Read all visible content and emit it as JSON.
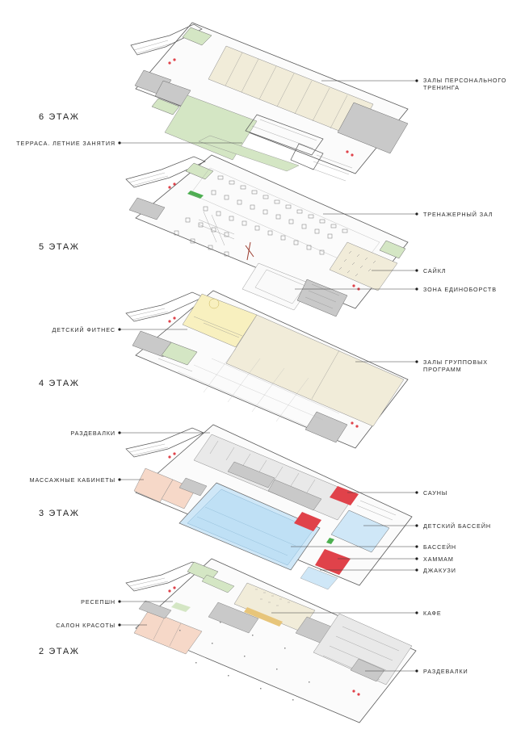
{
  "colors": {
    "beige": "#f1ecd9",
    "beige_dark": "#e7dfc2",
    "green": "#d4e6c4",
    "green_dark": "#b9d7a3",
    "yellow": "#f8f0bf",
    "salmon": "#f6d8c8",
    "red": "#e0424a",
    "light_blue": "#cfe7f7",
    "pool_blue": "#bfe0f5",
    "grey": "#c9c9c9",
    "grey_dark": "#9e9e9e",
    "light_grey": "#e9e9e9",
    "wall": "#5a5a5a"
  },
  "floors": {
    "f6": {
      "title": "6 ЭТАЖ"
    },
    "f5": {
      "title": "5 ЭТАЖ"
    },
    "f4": {
      "title": "4 ЭТАЖ"
    },
    "f3": {
      "title": "3 ЭТАЖ"
    },
    "f2": {
      "title": "2 ЭТАЖ"
    }
  },
  "labels": {
    "personal_training": [
      "ЗАЛЫ ПЕРСОНАЛЬНОГО",
      "ТРЕНИНГА"
    ],
    "terrace": "ТЕРРАСА. ЛЕТНИЕ ЗАНЯТИЯ",
    "gym": "ТРЕНАЖЕРНЫЙ ЗАЛ",
    "cycle": "САЙКЛ",
    "martial_arts": "ЗОНА ЕДИНОБОРСТВ",
    "kids_fitness": "ДЕТСКИЙ ФИТНЕС",
    "group_programs": [
      "ЗАЛЫ ГРУППОВЫХ",
      "ПРОГРАММ"
    ],
    "lockers_3": "РАЗДЕВАЛКИ",
    "massage": "МАССАЖНЫЕ КАБИНЕТЫ",
    "saunas": "САУНЫ",
    "kids_pool": "ДЕТСКИЙ БАССЕЙН",
    "pool": "БАССЕЙН",
    "hammam": "ХАММАМ",
    "jacuzzi": "ДЖАКУЗИ",
    "reception": "РЕСЕПШН",
    "beauty_salon": "САЛОН КРАСОТЫ",
    "cafe": "КАФЕ",
    "lockers_2": "РАЗДЕВАЛКИ"
  }
}
